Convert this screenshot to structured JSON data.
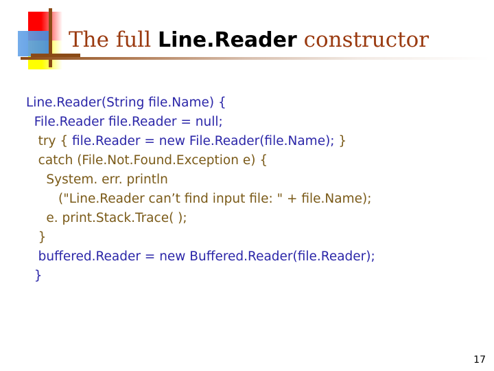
{
  "slide": {
    "page_number": "17",
    "background_color": "#ffffff"
  },
  "logo": {
    "name": "decorative-logo-mark",
    "red_color": "#fe0000",
    "yellow_color": "#ffff00",
    "blue_color": "#4e93e0",
    "bar_color": "#8a4a16"
  },
  "title": {
    "full_text": "The full Line.Reader constructor",
    "part_1": "The full ",
    "part_2": "Line.Reader",
    "part_3": " constructor",
    "serif_color": "#9a3a10",
    "bold_color": "#000000",
    "rule_color": "#8a4a16"
  },
  "code": {
    "blue_color": "#2b26a8",
    "olive_color": "#7a5a18",
    "lines": [
      {
        "indent": "",
        "segments": [
          {
            "text": "Line.Reader(String file.Name) {",
            "color": "blue"
          }
        ]
      },
      {
        "indent": "  ",
        "segments": [
          {
            "text": "File.Reader file.Reader = null;",
            "color": "blue"
          }
        ]
      },
      {
        "indent": "   ",
        "segments": [
          {
            "text": "try { ",
            "color": "olive"
          },
          {
            "text": "file.Reader = new File.Reader(file.Name); ",
            "color": "blue"
          },
          {
            "text": "}",
            "color": "olive"
          }
        ]
      },
      {
        "indent": "   ",
        "segments": [
          {
            "text": "catch (File.Not.Found.Exception e) {",
            "color": "olive"
          }
        ]
      },
      {
        "indent": "     ",
        "segments": [
          {
            "text": "System. err. println",
            "color": "olive"
          }
        ]
      },
      {
        "indent": "        ",
        "segments": [
          {
            "text": "(\"Line.Reader can’t find input file: \" + file.Name);",
            "color": "olive"
          }
        ]
      },
      {
        "indent": "     ",
        "segments": [
          {
            "text": "e. print.Stack.Trace( );",
            "color": "olive"
          }
        ]
      },
      {
        "indent": "   ",
        "segments": [
          {
            "text": "}",
            "color": "olive"
          }
        ]
      },
      {
        "indent": "   ",
        "segments": [
          {
            "text": "buffered.Reader = new Buffered.Reader(file.Reader);",
            "color": "blue"
          }
        ]
      },
      {
        "indent": "  ",
        "segments": [
          {
            "text": "}",
            "color": "blue"
          }
        ]
      }
    ]
  }
}
